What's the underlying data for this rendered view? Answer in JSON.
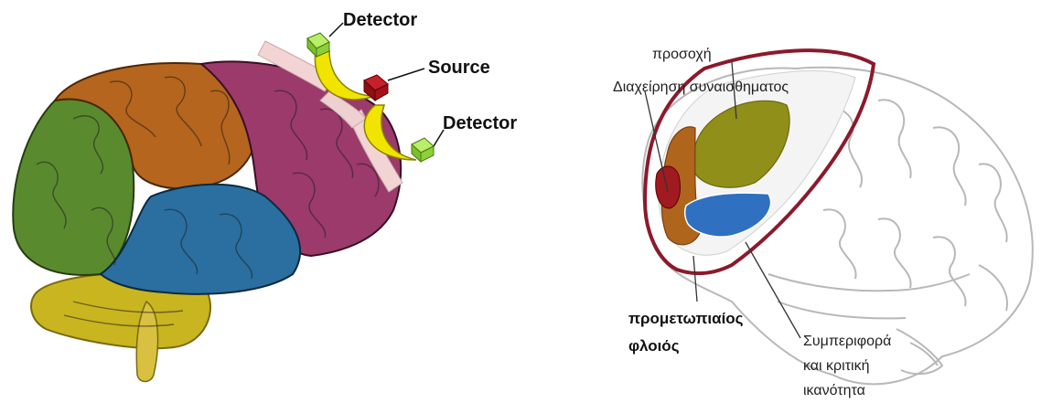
{
  "left_figure": {
    "labels": {
      "detector_top": "Detector",
      "source": "Source",
      "detector_bottom": "Detector"
    },
    "colors": {
      "frontal": "#b5651d",
      "parietal": "#9b3a6b",
      "temporal": "#2a6fa0",
      "occipital": "#5a8a2e",
      "cerebellum": "#c9b520",
      "stem": "#d9c040",
      "light_path": "#f0e400",
      "detector": "#8ccf3a",
      "source": "#a3101a"
    }
  },
  "right_figure": {
    "labels": {
      "attention": "προσοχή",
      "emotion_management": "Διαχείρηση συναισθηματος",
      "prefrontal_line1": "προμετωπιαίος",
      "prefrontal_line2": "φλοιός",
      "behavior_line1": "Συμπεριφορά",
      "behavior_line2": "και κριτική",
      "behavior_line3": "ικανότητα"
    },
    "colors": {
      "outline": "#8b1a2b",
      "attention_region": "#8f8f1a",
      "emotion_region": "#b0651c",
      "small_region": "#a01a20",
      "behavior_region": "#2f70c0"
    }
  }
}
